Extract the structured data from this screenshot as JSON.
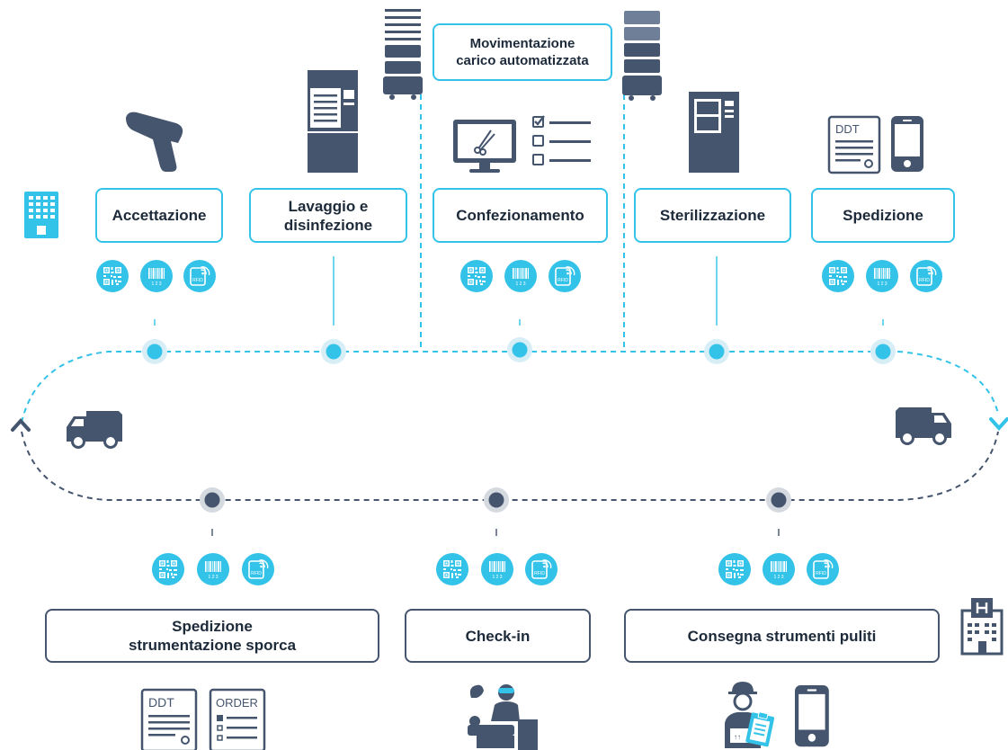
{
  "top_stages": [
    {
      "label": "Accettazione"
    },
    {
      "label_lines": [
        "Lavaggio e",
        "disinfezione"
      ]
    },
    {
      "label": "Confezionamento"
    },
    {
      "label": "Sterilizzazione"
    },
    {
      "label": "Spedizione"
    }
  ],
  "automation_box": {
    "label_lines": [
      "Movimentazione",
      "carico automatizzata"
    ]
  },
  "bottom_stages": [
    {
      "label_lines": [
        "Spedizione",
        "strumentazione sporca"
      ]
    },
    {
      "label": "Check-in"
    },
    {
      "label": "Consegna strumenti puliti"
    }
  ],
  "document_labels": {
    "ddt": "DDT",
    "order": "ORDER"
  },
  "badge_text": {
    "barcode_digits": "1 2 3",
    "rfid": "RFID"
  },
  "colors": {
    "accent": "#34c3e8",
    "dark": "#45556e",
    "text": "#1d2a3a"
  },
  "icons": [
    "building-icon",
    "barcode-scanner-icon",
    "washer-disinfector-icon",
    "shelf-stack-icon",
    "monitor-instruments-icon",
    "checklist-icon",
    "sterilizer-icon",
    "ddt-document-icon",
    "smartphone-icon",
    "van-icon",
    "hospital-icon",
    "order-document-icon",
    "surgeon-patient-icon",
    "courier-clipboard-icon",
    "qr-code-icon",
    "barcode-icon",
    "rfid-icon"
  ]
}
